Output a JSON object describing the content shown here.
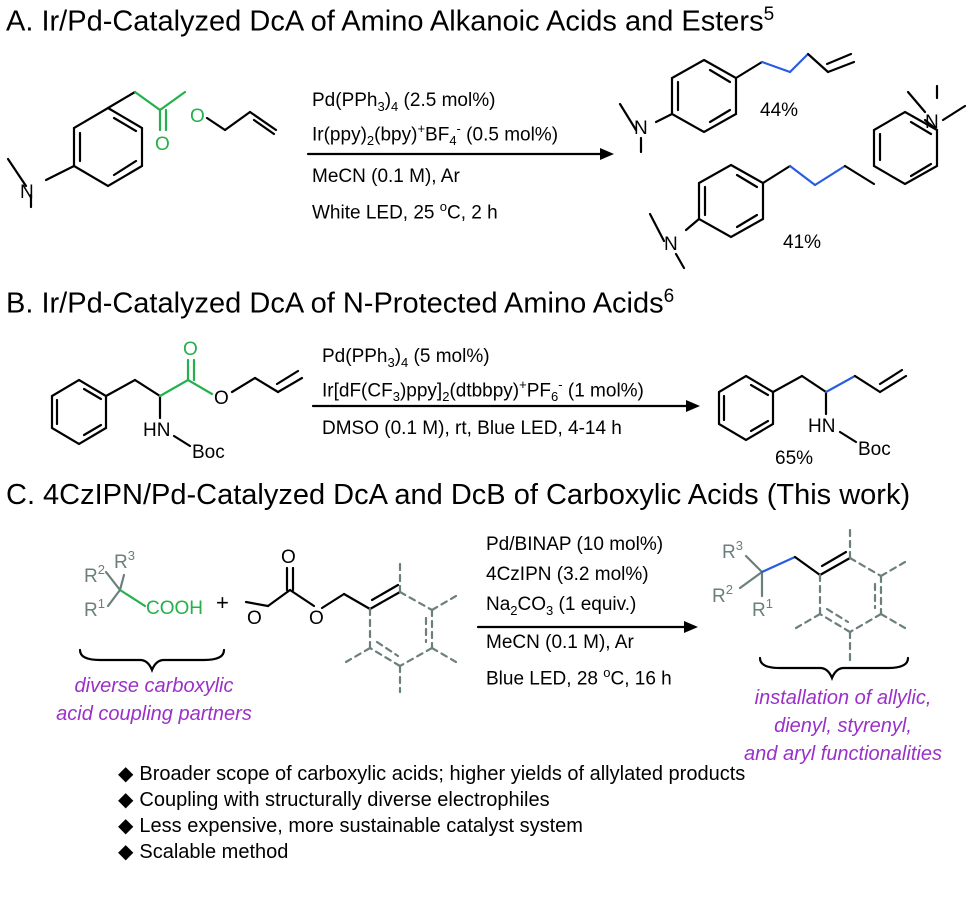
{
  "sectionA": {
    "title": "A. Ir/Pd-Catalyzed DcA of Amino Alkanoic Acids and Esters",
    "ref": "5",
    "conditions": {
      "line1": "Pd(PPh",
      "line1_sub": "3",
      "line1_end": ")",
      "line1_sub2": "4",
      "line1_tail": " (2.5 mol%)",
      "line2a": "Ir(ppy)",
      "line2_sub": "2",
      "line2b": "(bpy)",
      "line2_sup": "+",
      "line2c": "BF",
      "line2_sub2": "4",
      "line2_sup2": "-",
      "line2_tail": " (0.5 mol%)",
      "line3": "MeCN (0.1 M), Ar",
      "line4a": "White LED, 25 ",
      "line4_sup": "o",
      "line4b": "C, 2 h"
    },
    "yield1": "44%",
    "yield2": "41%",
    "nlabel": "N",
    "olabel": "O"
  },
  "sectionB": {
    "title": "B. Ir/Pd-Catalyzed DcA of N-Protected Amino Acids",
    "ref": "6",
    "conditions": {
      "line1": "Pd(PPh",
      "line1_sub": "3",
      "line1_end": ")",
      "line1_sub2": "4",
      "line1_tail": " (5 mol%)",
      "line2a": "Ir[dF(CF",
      "line2_sub": "3",
      "line2b": ")ppy]",
      "line2_sub2": "2",
      "line2c": "(dtbbpy)",
      "line2_sup": "+",
      "line2d": "PF",
      "line2_sub3": "6",
      "line2_sup2": "-",
      "line2_tail": " (1 mol%)",
      "line3": "DMSO (0.1 M), rt, Blue LED, 4-14 h"
    },
    "hn": "HN",
    "boc": "Boc",
    "yield": "65%"
  },
  "sectionC": {
    "title": "C. 4CzIPN/Pd-Catalyzed DcA and DcB of Carboxylic Acids (This work)",
    "conditions": {
      "line1": "Pd/BINAP (10 mol%)",
      "line2": "4CzIPN (3.2 mol%)",
      "line3a": "Na",
      "line3_sub": "2",
      "line3b": "CO",
      "line3_sub2": "3",
      "line3_tail": " (1 equiv.)",
      "line4": "MeCN (0.1 M), Ar",
      "line5a": "Blue LED, 28 ",
      "line5_sup": "o",
      "line5b": "C, 16 h"
    },
    "r1": "R",
    "r1_sup": "1",
    "r2": "R",
    "r2_sup": "2",
    "r3": "R",
    "r3_sup": "3",
    "cooh": "COOH",
    "plus": "+",
    "left_note_1": "diverse carboxylic",
    "left_note_2": "acid coupling partners",
    "right_note_1": "installation of allylic,",
    "right_note_2": "dienyl, styrenyl,",
    "right_note_3": "and aryl functionalities"
  },
  "bullets": [
    "Broader scope of carboxylic acids; higher yields of allylated products",
    "Coupling with structurally diverse electrophiles",
    "Less expensive, more sustainable catalyst system",
    "Scalable method"
  ],
  "colors": {
    "green": "#22b14c",
    "blue": "#2a5ce0",
    "gray": "#6b7f7c",
    "purple": "#9b30c8"
  }
}
